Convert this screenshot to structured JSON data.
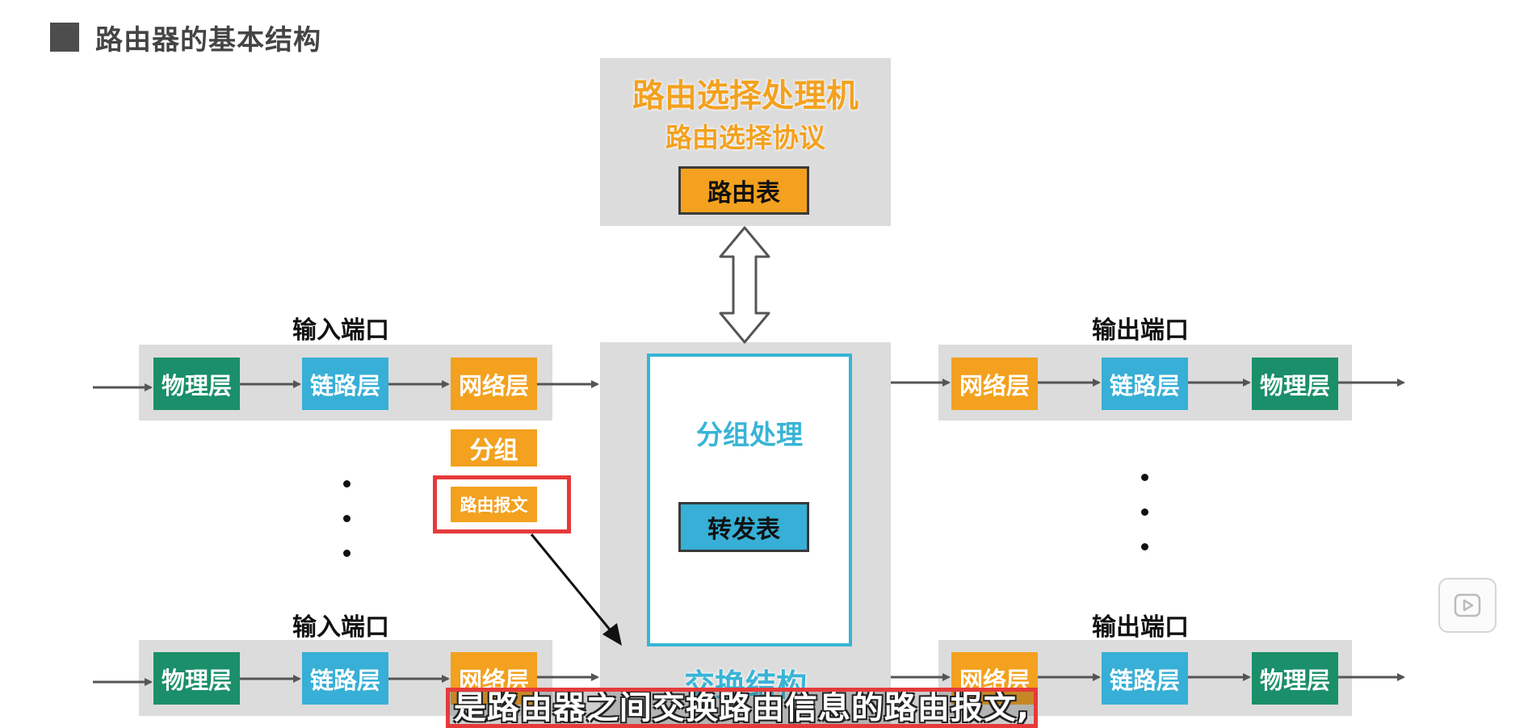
{
  "title": "路由器的基本结构",
  "routing_processor": {
    "title": "路由选择处理机",
    "subtitle": "路由选择协议",
    "table": "路由表"
  },
  "switch_fabric": {
    "inner_title": "分组处理",
    "forward_table": "转发表",
    "bottom_label": "交换结构"
  },
  "input_ports": [
    {
      "label": "输入端口",
      "layers": [
        "物理层",
        "链路层",
        "网络层"
      ]
    },
    {
      "label": "输入端口",
      "layers": [
        "物理层",
        "链路层",
        "网络层"
      ]
    }
  ],
  "output_ports": [
    {
      "label": "输出端口",
      "layers": [
        "网络层",
        "链路层",
        "物理层"
      ]
    },
    {
      "label": "输出端口",
      "layers": [
        "网络层",
        "链路层",
        "物理层"
      ]
    }
  ],
  "packet_types": {
    "packet": "分组",
    "routing_message": "路由报文"
  },
  "subtitle": "是路由器之间交换路由信息的路由报文,",
  "icons": {
    "play": "play-icon",
    "title_marker": "square-icon"
  },
  "colors": {
    "physical": "#1a8f6a",
    "link": "#37afd6",
    "network": "#f3a11e",
    "panel": "#dcdcdc",
    "highlight": "#e63a3a"
  }
}
